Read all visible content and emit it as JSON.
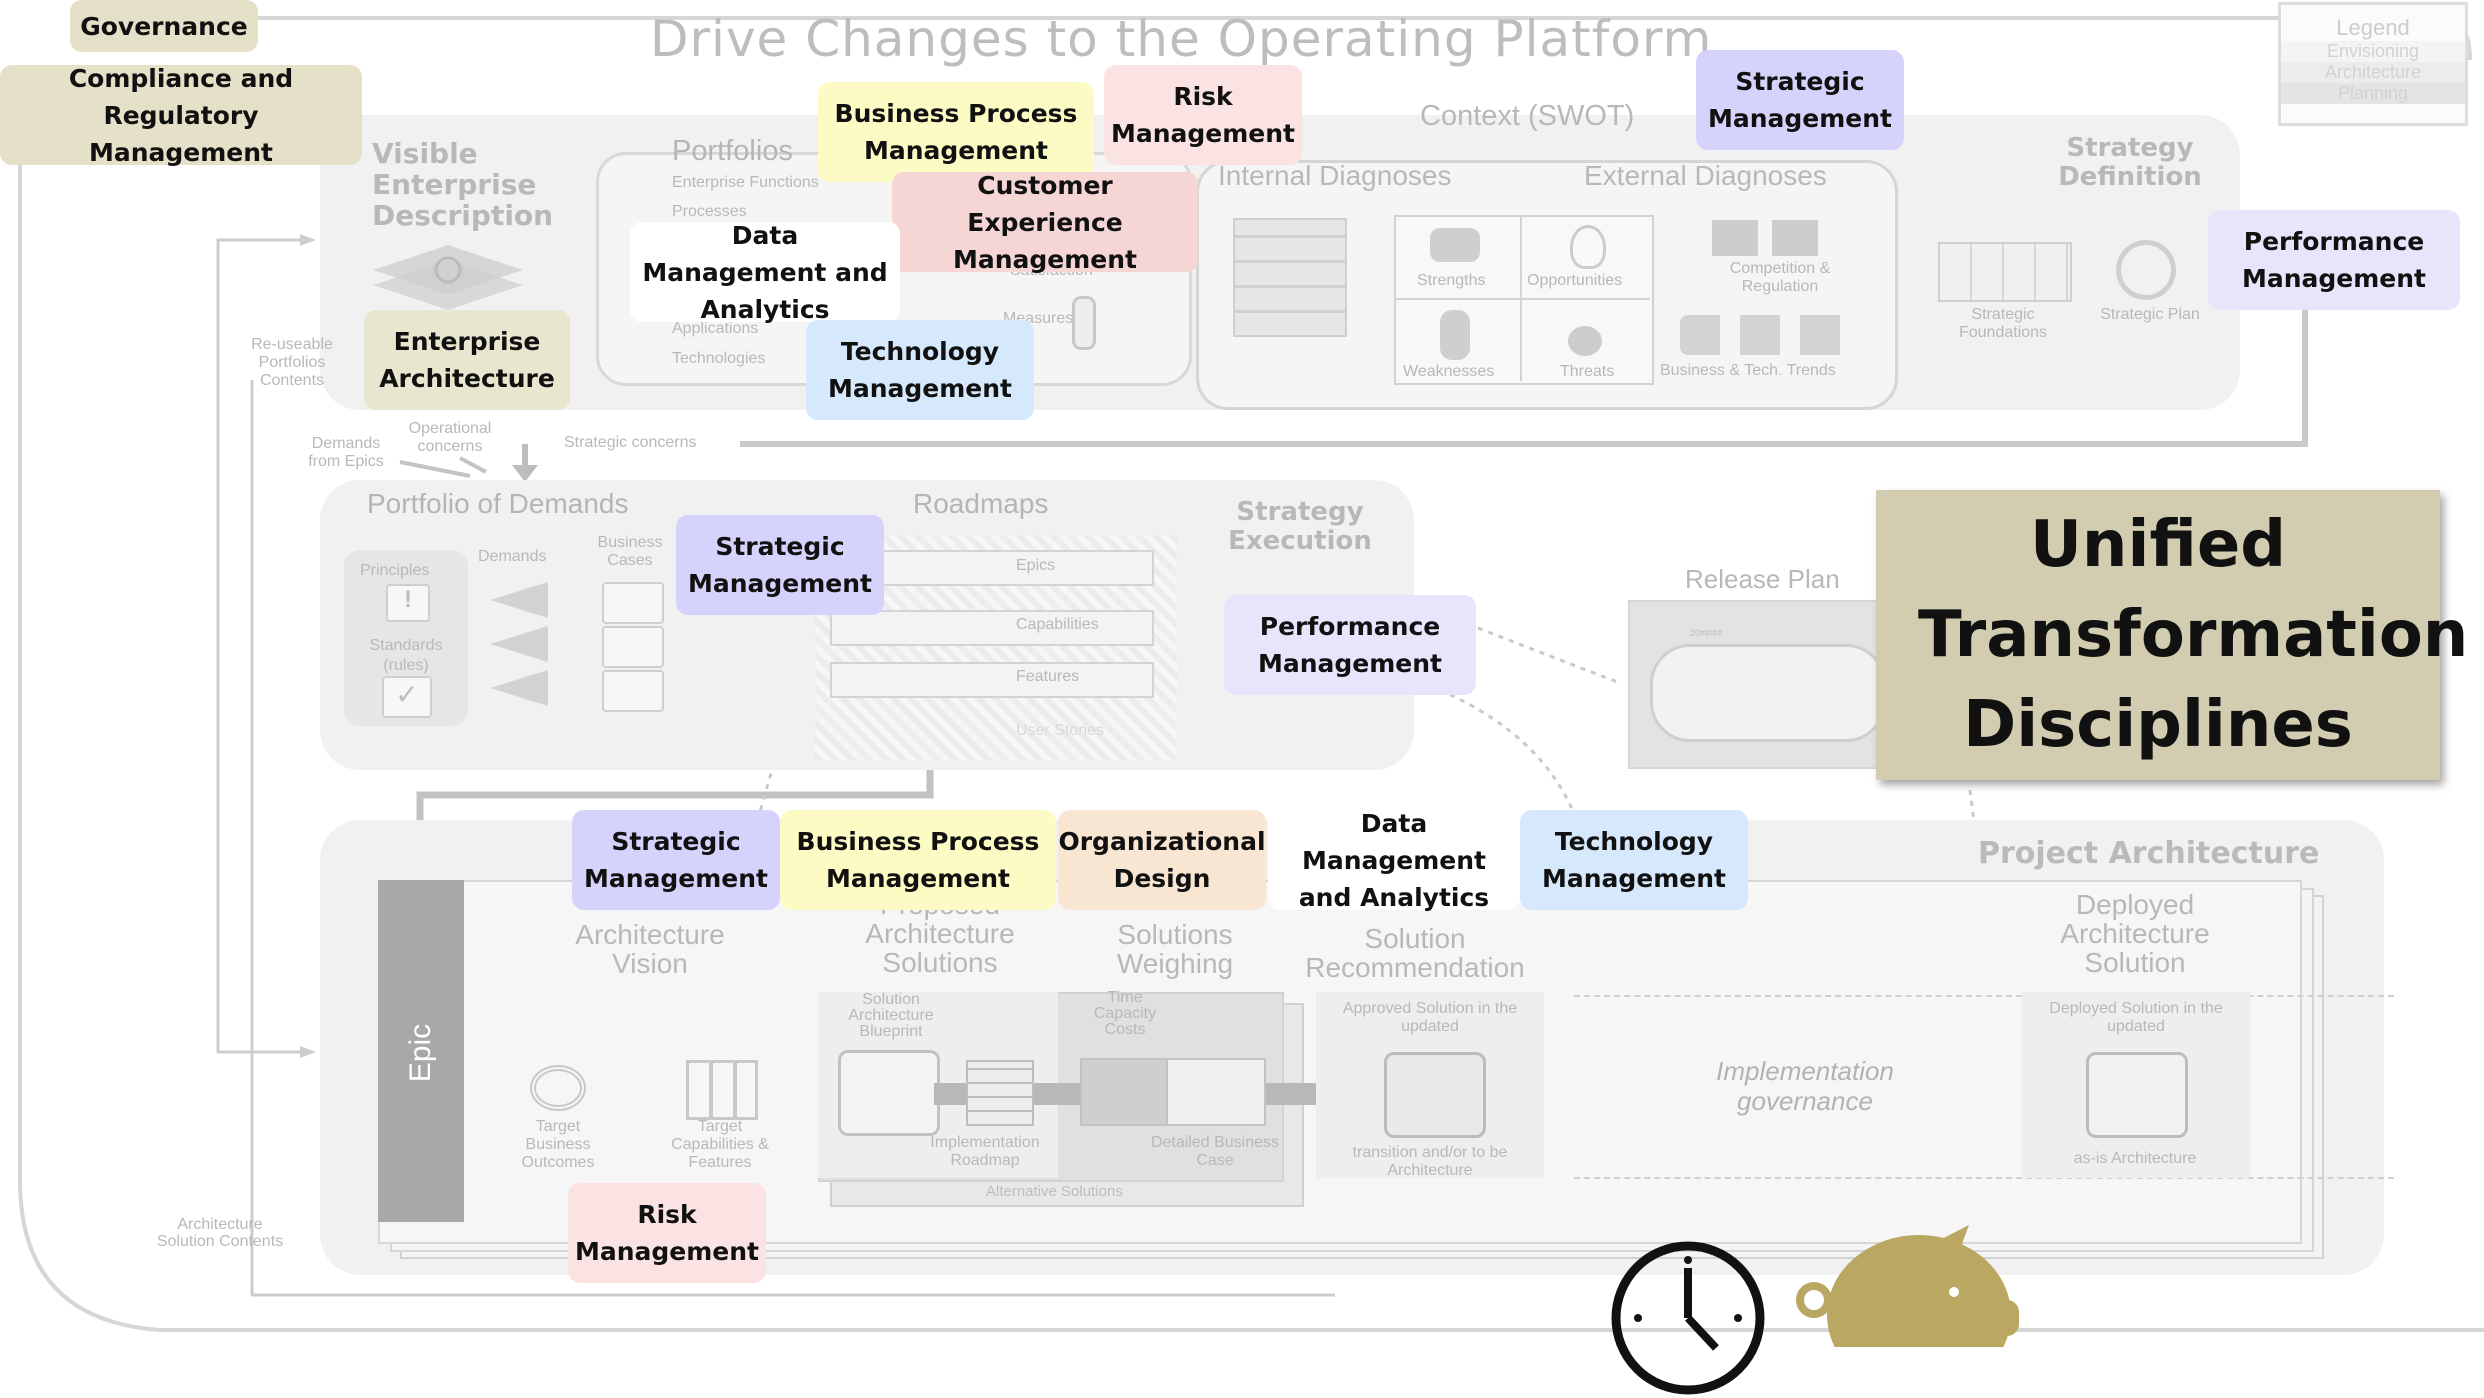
{
  "title": "Drive Changes to the Operating Platform",
  "legend": {
    "heading": "Legend",
    "items": [
      "Envisioning",
      "Architecture",
      "Planning"
    ]
  },
  "top": {
    "visible_enterprise": "Visible Enterprise Description",
    "portfolios": "Portfolios",
    "portfolio_items": [
      "Enterprise Functions",
      "Processes",
      "Applications",
      "Technologies"
    ],
    "satisfaction": "Satisfaction",
    "measures": "Measures",
    "context": "Context (SWOT)",
    "internal": "Internal Diagnoses",
    "external": "External Diagnoses",
    "swot": [
      "Strengths",
      "Opportunities",
      "Weaknesses",
      "Threats"
    ],
    "competition": "Competition & Regulation",
    "trends": "Business & Tech. Trends",
    "strategy_definition": "Strategy Definition",
    "strategic_foundations": "Strategic Foundations",
    "strategic_plan": "Strategic Plan",
    "reuseable": "Re-useable Portfolios Contents"
  },
  "flows": {
    "demands_from_epics": "Demands from Epics",
    "operational": "Operational concerns",
    "strategic_concerns": "Strategic concerns"
  },
  "middle": {
    "portfolio_demands": "Portfolio of Demands",
    "roadmaps": "Roadmaps",
    "strategy_execution": "Strategy Execution",
    "principles": "Principles",
    "standards": "Standards (rules)",
    "demands": "Demands",
    "business_cases": "Business Cases",
    "epics": "Epics",
    "capabilities": "Capabilities",
    "features": "Features",
    "user_stories": "User Stories",
    "release_plan": "Release Plan",
    "sprint": "20##/##"
  },
  "bottom": {
    "project_architecture": "Project Architecture",
    "epic": "Epic",
    "architecture_vision": "Architecture Vision",
    "proposed": "Proposed Architecture Solutions",
    "weighing": "Solutions Weighing",
    "recommendation": "Solution Recommendation",
    "deployed": "Deployed Architecture Solution",
    "target_outcomes": "Target Business Outcomes",
    "target_capabilities": "Target Capabilities & Features",
    "blueprint": "Solution Architecture Blueprint",
    "impl_roadmap": "Implementation Roadmap",
    "time_capacity": "Time Capacity Costs",
    "detailed_case": "Detailed Business Case",
    "alternatives": "Alternative Solutions",
    "approved": "Approved Solution in the updated",
    "transition": "transition and/or to be Architecture",
    "implementation_gov": "Implementation governance",
    "deployed_in": "Deployed Solution in the updated",
    "as_is": "as-is Architecture",
    "arch_solution_contents": "Architecture Solution Contents"
  },
  "disciplines": {
    "governance": "Governance",
    "compliance": "Compliance and Regulatory Management",
    "bpm_top": "Business Process Management",
    "risk_top": "Risk Management",
    "strategic_top": "Strategic Management",
    "cx": "Customer Experience Management",
    "data_top": "Data Management and Analytics",
    "tech_top": "Technology Management",
    "ea": "Enterprise Architecture",
    "perf_right": "Performance Management",
    "strategic_mid": "Strategic Management",
    "perf_mid": "Performance Management",
    "strategic_bot": "Strategic Management",
    "bpm_bot": "Business Process Management",
    "org": "Organizational Design",
    "data_bot": "Data Management and Analytics",
    "tech_bot": "Technology Management",
    "risk_bot": "Risk Management"
  },
  "unified": "Unified Transformation Disciplines",
  "colors": {
    "strategic": "#d5d3fb",
    "bpm": "#fdfbc4",
    "risk": "#fbe3e3",
    "tech": "#d6e8fb",
    "governance": "#e5e0c8",
    "unified_bg": "#d2cdb0",
    "piggy": "#b9a762"
  },
  "icons": [
    "clock-icon",
    "piggy-bank-icon"
  ]
}
